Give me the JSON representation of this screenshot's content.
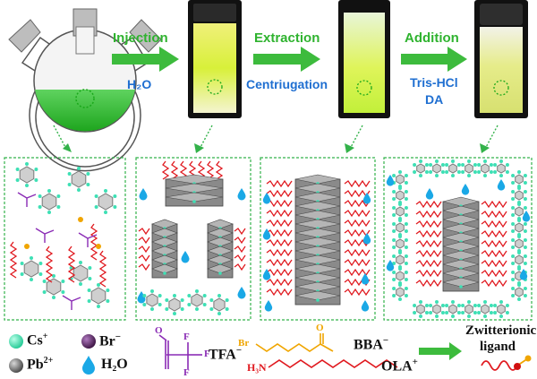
{
  "steps": [
    {
      "label": "Injection",
      "sub": "H₂O"
    },
    {
      "label": "Extraction",
      "sub": "Centriugation"
    },
    {
      "label": "Addition",
      "sub1": "Tris-HCl",
      "sub2": "DA"
    }
  ],
  "legend": {
    "cs": "Cs",
    "cs_sup": "+",
    "br": "Br",
    "br_sup": "−",
    "pb": "Pb",
    "pb_sup": "2+",
    "h2o": "H₂O",
    "tfa": "TFA",
    "tfa_sup": "−",
    "bba": "BBA",
    "bba_sup": "−",
    "bba_br": "Br",
    "bba_o": "O",
    "ola": "OLA",
    "ola_sup": "+",
    "h3n": "H₃N",
    "zwitter1": "Zwitterionic",
    "zwitter2": "ligand",
    "tfa_f1": "F",
    "tfa_f2": "F",
    "tfa_f3": "F",
    "tfa_o": "O"
  },
  "colors": {
    "dashed_green": "#33b24a",
    "arrow_green": "#3dbb3d",
    "cs_teal": "#3ee0b5",
    "pb_gray": "#6d6d6d",
    "br_purple": "#5a2a66",
    "water_blue": "#1aa8e6",
    "red_chain": "#e0191f",
    "tfa_purple": "#8a2bb5",
    "bba_orange": "#f0a500",
    "octahedron": "#7a7a7a"
  }
}
